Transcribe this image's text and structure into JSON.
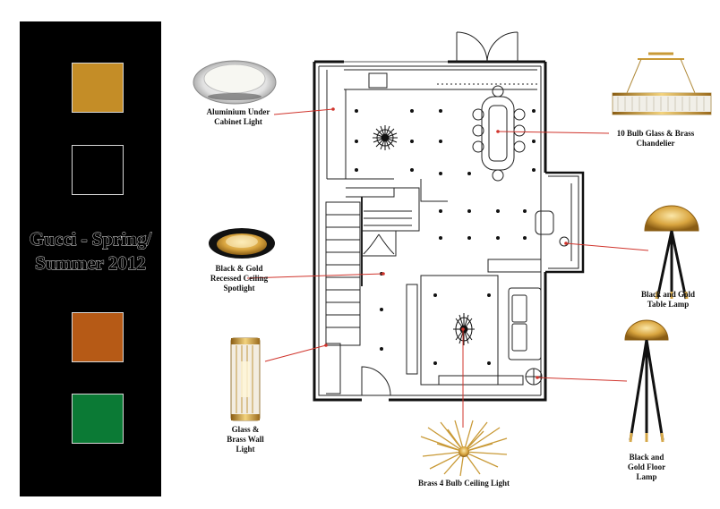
{
  "sidebar": {
    "title_line1": "Gucci - Spring/",
    "title_line2": "Summer 2012",
    "swatches": [
      {
        "name": "gold",
        "color": "#c48d27"
      },
      {
        "name": "black",
        "color": "#000000"
      },
      {
        "name": "copper",
        "color": "#b65a16"
      },
      {
        "name": "green",
        "color": "#0b7a35"
      }
    ]
  },
  "labels": {
    "under_cabinet": [
      "Aluminium Under",
      "Cabinet Light"
    ],
    "recessed": [
      "Black & Gold",
      "Recessed Ceiling",
      "Spotlight"
    ],
    "wall_light": [
      "Glass &",
      "Brass Wall",
      "Light"
    ],
    "ceiling_light": [
      "Brass 4 Bulb Ceiling Light"
    ],
    "chandelier": [
      "10 Bulb Glass & Brass",
      "Chandelier"
    ],
    "table_lamp": [
      "Black and Gold",
      "Table Lamp"
    ],
    "floor_lamp": [
      "Black and",
      "Gold Floor",
      "Lamp"
    ]
  },
  "colors": {
    "leader_line": "#d0342c",
    "wall": "#111111",
    "sidebar_bg": "#000000"
  }
}
